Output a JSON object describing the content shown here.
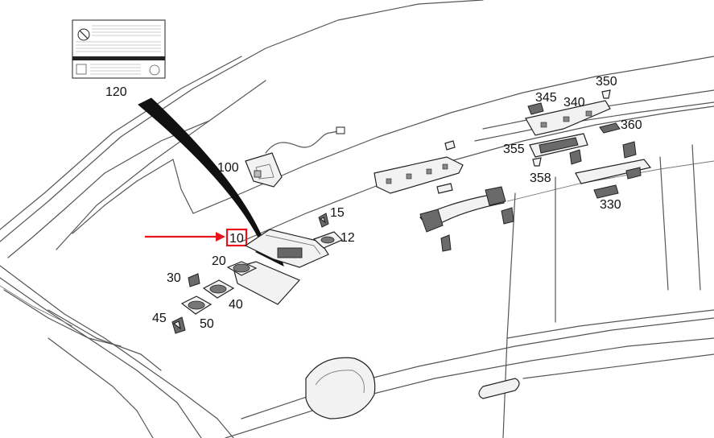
{
  "diagram": {
    "highlight_color": "#e8141b",
    "label_color": "#111111",
    "line_color": "#555555",
    "callouts": [
      {
        "id": "c120",
        "text": "120"
      },
      {
        "id": "c100",
        "text": "100"
      },
      {
        "id": "c15",
        "text": "15"
      },
      {
        "id": "c12",
        "text": "12"
      },
      {
        "id": "c10",
        "text": "10",
        "highlighted": true
      },
      {
        "id": "c20",
        "text": "20"
      },
      {
        "id": "c30",
        "text": "30"
      },
      {
        "id": "c40",
        "text": "40"
      },
      {
        "id": "c45",
        "text": "45"
      },
      {
        "id": "c50",
        "text": "50"
      },
      {
        "id": "c345",
        "text": "345"
      },
      {
        "id": "c350",
        "text": "350"
      },
      {
        "id": "c340",
        "text": "340"
      },
      {
        "id": "c360",
        "text": "360"
      },
      {
        "id": "c355",
        "text": "355"
      },
      {
        "id": "c358",
        "text": "358"
      },
      {
        "id": "c330",
        "text": "330"
      }
    ]
  }
}
